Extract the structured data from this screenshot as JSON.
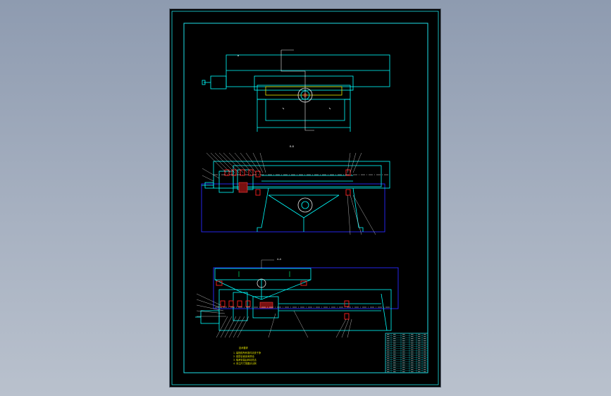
{
  "drawing": {
    "colors": {
      "background": "#000000",
      "frame": "#1ee0e8",
      "outline": "#00ffff",
      "section_box": "#2a2aff",
      "bearing": "#ff2020",
      "center_line": "#e8e8e8",
      "leader": "#dcdcdc",
      "yellow": "#e6e600",
      "green": "#00d060",
      "hatch": "#ff4040"
    },
    "views": [
      {
        "id": "top-view",
        "label": ""
      },
      {
        "id": "section-view-1",
        "label": "B-B"
      },
      {
        "id": "section-view-2",
        "label": "A-A"
      }
    ],
    "notes_title": "技术要求",
    "notes": [
      "1. 装配前所有零件清洗干净",
      "2. 各配合面涂润滑油",
      "3. 轴承安装后转动灵活",
      "4. 未注尺寸按图示比例"
    ]
  }
}
